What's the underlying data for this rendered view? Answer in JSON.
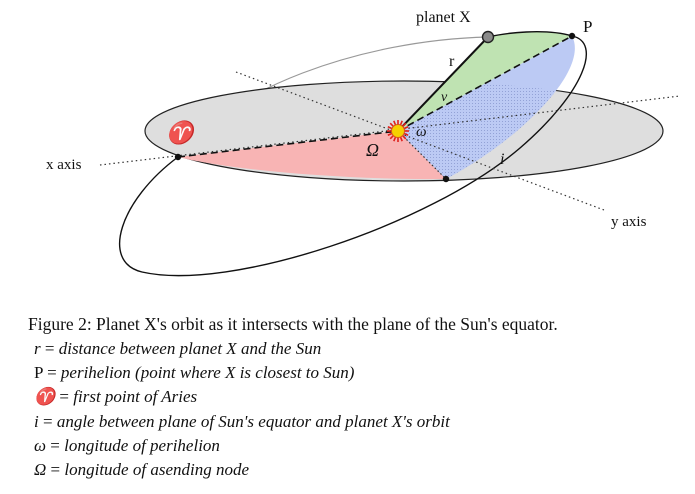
{
  "diagram": {
    "labels": {
      "planet": "planet X",
      "perihelion": "P",
      "r": "r",
      "nu": "ν",
      "omega_small": "ω",
      "Omega": "Ω",
      "aries": "♈",
      "inclination": "i",
      "x_axis": "x axis",
      "y_axis": "y axis"
    },
    "colors": {
      "equator_plane": "#dedede",
      "node_sector": "#f8b4b4",
      "perihelion_sector": "#bccaf4",
      "true_anomaly_sector": "#bfe3b2",
      "sun_core": "#f6d000",
      "sun_rays": "#e0201a",
      "orbit": "#111111"
    }
  },
  "caption": {
    "title": "Figure 2: Planet X's orbit as it intersects with the plane of the Sun's equator.",
    "definitions": [
      {
        "symbol": "r",
        "desc": "distance between planet X and the Sun"
      },
      {
        "symbol": "P",
        "desc": "perihelion (point where X is closest to Sun)"
      },
      {
        "symbol": "♈",
        "desc": "first point of Aries"
      },
      {
        "symbol": "i",
        "desc": "angle between plane of Sun's equator and planet X's orbit"
      },
      {
        "symbol": "ω",
        "desc": "longitude of perihelion"
      },
      {
        "symbol": "Ω",
        "desc": "longitude of asending node"
      }
    ]
  }
}
